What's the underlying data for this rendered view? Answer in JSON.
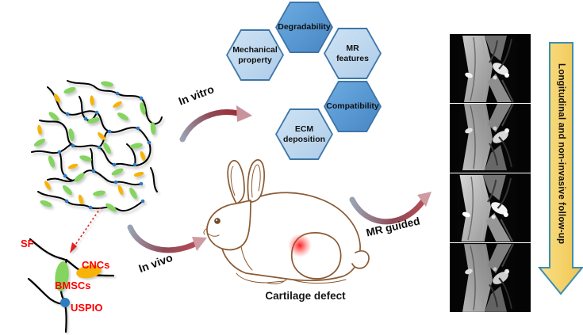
{
  "figure": {
    "type": "graphical-abstract",
    "background": "#ffffff"
  },
  "hexagons": {
    "items": [
      {
        "label": "Degradability",
        "tone": "dark"
      },
      {
        "label": "Mechanical property",
        "tone": "light"
      },
      {
        "label": "MR features",
        "tone": "light"
      },
      {
        "label": "Compatibility",
        "tone": "dark"
      },
      {
        "label": "ECM deposition",
        "tone": "light"
      }
    ],
    "colors": {
      "dark_fill": "#5B9BD5",
      "light_fill": "#BDD7EE",
      "border": "#3D76A8",
      "text": "#101010"
    }
  },
  "arrows": {
    "in_vitro_label": "In vitro",
    "in_vivo_label": "In vivo",
    "mr_guided_label": "MR guided",
    "gradient_start_color": "#9AA3B3",
    "gradient_end_color": "#9E2B33"
  },
  "hydrogel": {
    "labels": {
      "sf": "SF",
      "cncs": "CNCs",
      "bmscs": "BMSCs",
      "uspio": "USPIO"
    },
    "label_color": "#FF0000",
    "strand_color": "#000000",
    "cnc_color": "#F6B40A",
    "bmsc_color": "#84D45F",
    "uspio_color": "#2F7BBF"
  },
  "rabbit": {
    "caption": "Cartilage defect",
    "sketch_color": "#8A5A33",
    "defect_color": "#FF0000"
  },
  "mri_panel": {
    "scan_count": 4,
    "content": "sagittal knee MRI scans"
  },
  "followup_arrow": {
    "text": "Longitudinal and non-invasive follow-up",
    "fill": "#F5D36B",
    "border": "#3E8FB0",
    "text_color": "#111111"
  }
}
